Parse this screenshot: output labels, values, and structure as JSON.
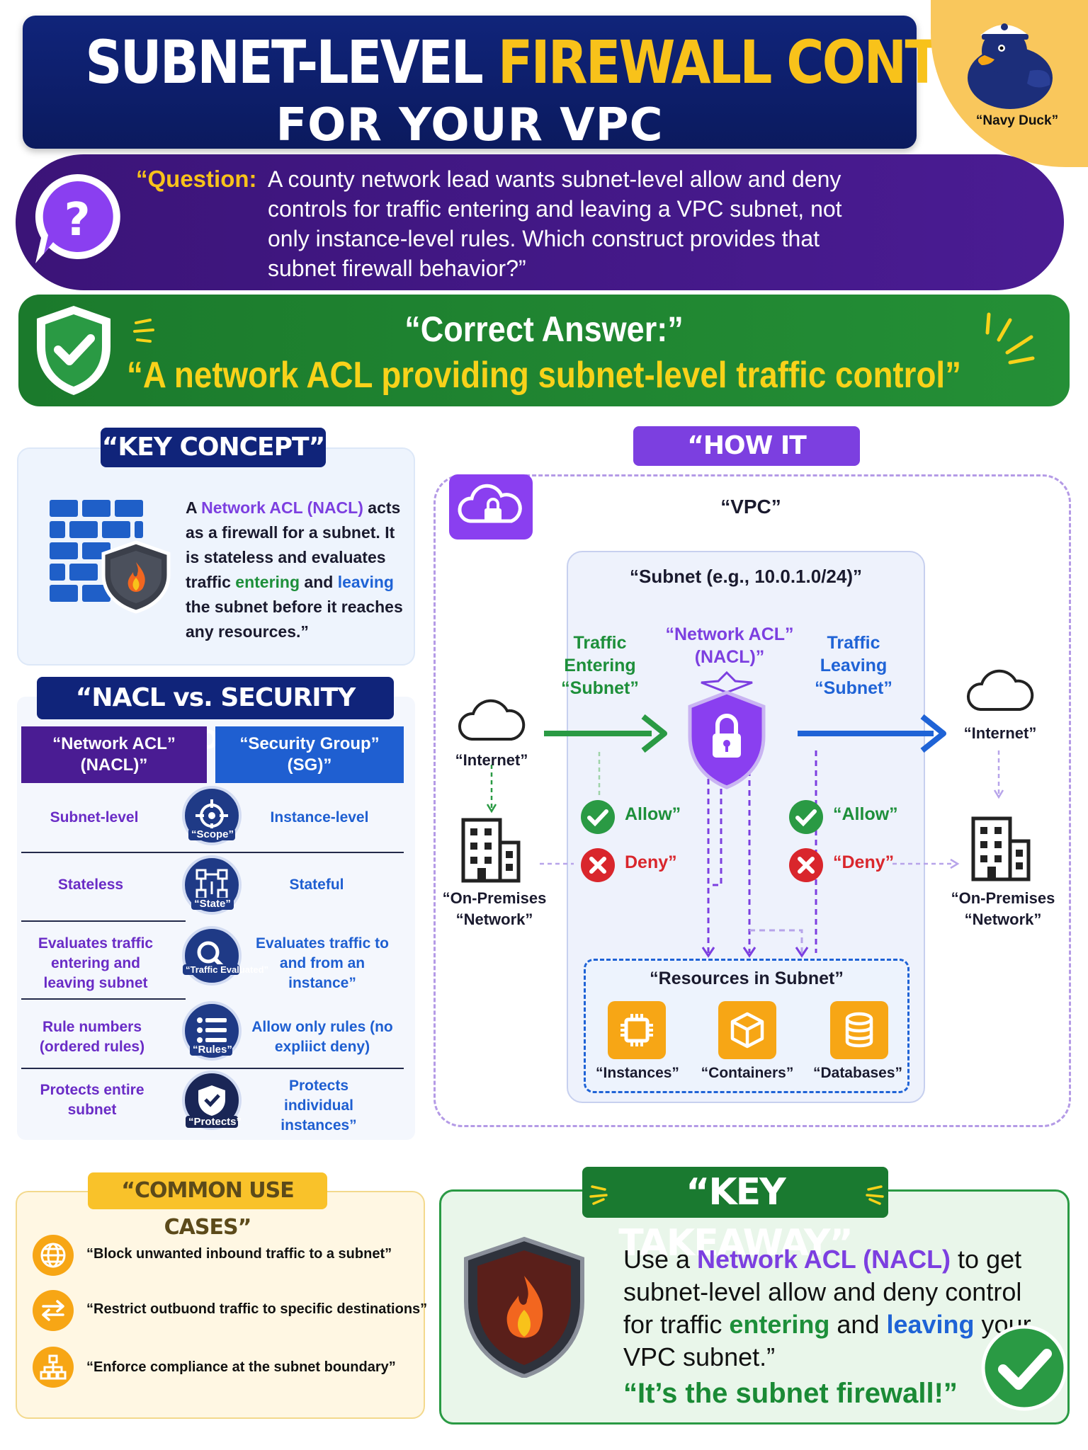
{
  "header": {
    "title_white": "SUBNET-LEVEL",
    "title_yellow": "FIREWALL CONTROL",
    "subtitle": "FOR YOUR VPC"
  },
  "mascot": {
    "label": "“Navy Duck”"
  },
  "question": {
    "label": "“Question:",
    "text": "A county network lead wants subnet-level allow and deny controls for traffic entering and leaving a VPC subnet, not only instance-level rules. Which construct provides that subnet firewall behavior?”"
  },
  "answer": {
    "label": "“Correct Answer:”",
    "text": "“A network ACL providing subnet-level traffic control”"
  },
  "key_concept": {
    "title": "“KEY CONCEPT”",
    "t1": "A ",
    "t2": "Network ACL (NACL)",
    "t3": " acts as a firewall for a subnet. It is stateless and evaluates traffic ",
    "t4": "entering",
    "t5": " and ",
    "t6": "leaving",
    "t7": " the subnet before it reaches any resources.”"
  },
  "comparison": {
    "title": "“NACL vs. SECURITY GROUP”",
    "left_header": "“Network ACL” (NACL)”",
    "right_header": "“Security Group” (SG)”",
    "rows": [
      {
        "left": "Subnet-level",
        "badge": "“Scope”",
        "right": "Instance-level"
      },
      {
        "left": "Stateless",
        "badge": "“State”",
        "right": "Stateful"
      },
      {
        "left": "Evaluates traffic entering and leaving subnet",
        "badge": "“Traffic Evaluated”",
        "right": "Evaluates traffic to and from an instance”"
      },
      {
        "left": "Rule numbers (ordered rules)",
        "badge": "“Rules”",
        "right": "Allow only rules (no expliict deny)"
      },
      {
        "left": "Protects entire subnet",
        "badge": "“Protects”",
        "right": "Protects individual instances”"
      }
    ]
  },
  "how": {
    "title": "“HOW IT WORKS”",
    "vpc": "“VPC”",
    "subnet": "“Subnet (e.g., 10.0.1.0/24)”",
    "nacl": "“Network ACL” (NACL)”",
    "entering": "Traffic Entering “Subnet”",
    "leaving": "Traffic Leaving “Subnet”",
    "internet_left": "“Internet”",
    "internet_right": "“Internet”",
    "onprem_left": "“On-Premises “Network”",
    "onprem_right": "“On-Premises “Network”",
    "allow_left": "Allow”",
    "deny_left": "Deny”",
    "allow_right": "“Allow”",
    "deny_right": "“Deny”",
    "resources": "“Resources in Subnet”",
    "instances": "“Instances”",
    "containers": "“Containers”",
    "databases": "“Databases”"
  },
  "use_cases": {
    "title": "“COMMON USE CASES”",
    "items": [
      "“Block unwanted inbound traffic to a subnet”",
      "“Restrict outbuond traffic to specific destinations”",
      "“Enforce compliance at the subnet boundary”"
    ]
  },
  "takeaway": {
    "title": "“KEY TAKEAWAY”",
    "t1": "Use a ",
    "t2": "Network ACL (NACL)",
    "t3": " to get subnet-level allow and deny control for traffic ",
    "t4": "entering",
    "t5": " and ",
    "t6": "leaving",
    "t7": " your VPC subnet.”",
    "quote": "“It’s the subnet firewall!”"
  },
  "colors": {
    "navy": "#10247a",
    "yellow": "#f8c21a",
    "purple": "#7c3fe0",
    "green": "#1d8f3a",
    "blue": "#1f63d6",
    "orange": "#f7a615",
    "red": "#d9262c"
  }
}
